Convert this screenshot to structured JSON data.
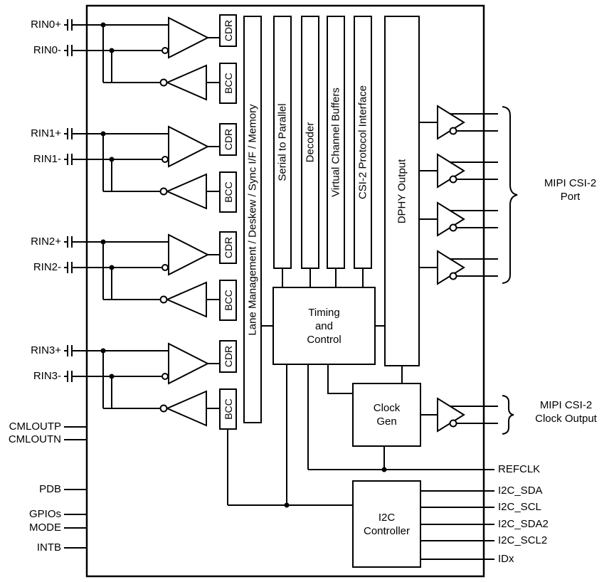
{
  "pins": {
    "left": [
      {
        "label": "RIN0+"
      },
      {
        "label": "RIN0-"
      },
      {
        "label": "RIN1+"
      },
      {
        "label": "RIN1-"
      },
      {
        "label": "RIN2+"
      },
      {
        "label": "RIN2-"
      },
      {
        "label": "RIN3+"
      },
      {
        "label": "RIN3-"
      },
      {
        "label": "CMLOUTP"
      },
      {
        "label": "CMLOUTN"
      },
      {
        "label": "PDB"
      },
      {
        "label": "GPIOs"
      },
      {
        "label": "MODE"
      },
      {
        "label": "INTB"
      }
    ],
    "right": [
      {
        "label": "REFCLK"
      },
      {
        "label": "I2C_SDA"
      },
      {
        "label": "I2C_SCL"
      },
      {
        "label": "I2C_SDA2"
      },
      {
        "label": "I2C_SCL2"
      },
      {
        "label": "IDx"
      }
    ]
  },
  "blocks": {
    "cdr": "CDR",
    "bcc": "BCC",
    "lane_management": "Lane Management / Deskew / Sync I/F / Memory",
    "serial_to_parallel": "Serial to Parallel",
    "decoder": "Decoder",
    "virtual_channel_buffers": "Virtual Channel Buffers",
    "csi2_protocol_interface": "CSI-2 Protocol Interface",
    "dphy_output": "DPHY Output",
    "timing_and_control": "Timing\nand\nControl",
    "clock_gen": "Clock\nGen",
    "i2c_controller": "I2C\nController"
  },
  "annotations": {
    "mipi_port": "MIPI CSI-2\nPort",
    "mipi_clock_output": "MIPI CSI-2\nClock Output"
  },
  "colors": {
    "line": "#000000",
    "background": "#ffffff"
  }
}
